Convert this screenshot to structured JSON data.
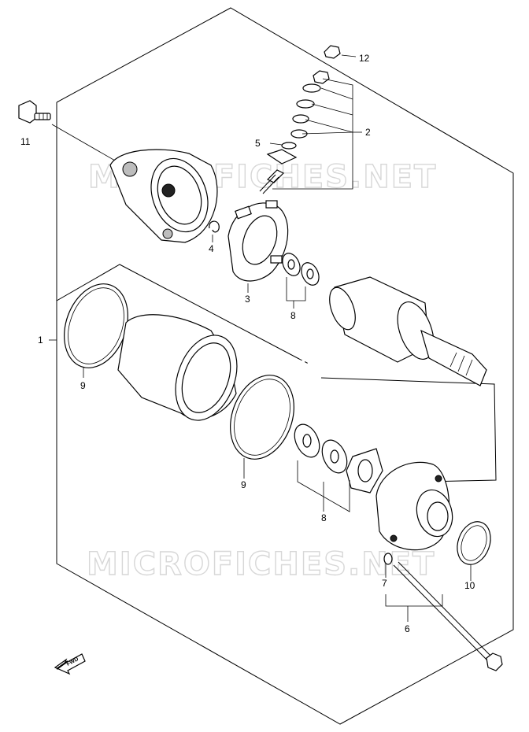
{
  "watermark": "MICROFICHES.NET",
  "fwd_label": "FWD",
  "callouts": {
    "c1": "1",
    "c2": "2",
    "c3": "3",
    "c4": "4",
    "c5": "5",
    "c6": "6",
    "c7": "7",
    "c8a": "8",
    "c8b": "8",
    "c9a": "9",
    "c9b": "9",
    "c10": "10",
    "c11": "11",
    "c12": "12"
  }
}
